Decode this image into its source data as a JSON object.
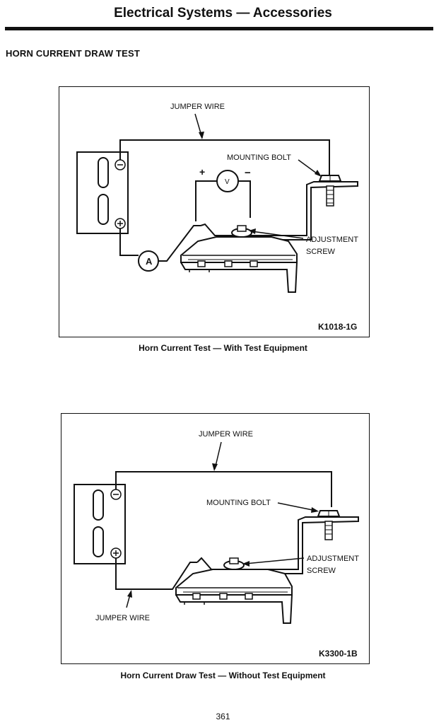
{
  "header": {
    "title": "Electrical Systems — Accessories"
  },
  "section": {
    "title": "HORN CURRENT DRAW TEST"
  },
  "figure1": {
    "labels": {
      "jumper_wire": "JUMPER WIRE",
      "mounting_bolt": "MOUNTING BOLT",
      "adjustment_line1": "ADJUSTMENT",
      "adjustment_line2": "SCREW",
      "voltmeter": "V",
      "ammeter": "A",
      "plus": "+",
      "minus": "−",
      "battery_neg": "⊖",
      "battery_pos": "⊕"
    },
    "code": "K1018-1G",
    "caption": "Horn Current Test — With Test Equipment"
  },
  "figure2": {
    "labels": {
      "jumper_wire_top": "JUMPER WIRE",
      "mounting_bolt": "MOUNTING BOLT",
      "adjustment_line1": "ADJUSTMENT",
      "adjustment_line2": "SCREW",
      "jumper_wire_bottom": "JUMPER WIRE",
      "battery_neg": "⊖",
      "battery_pos": "⊕"
    },
    "code": "K3300-1B",
    "caption": "Horn Current Draw Test — Without Test Equipment"
  },
  "page": {
    "number": "361"
  }
}
